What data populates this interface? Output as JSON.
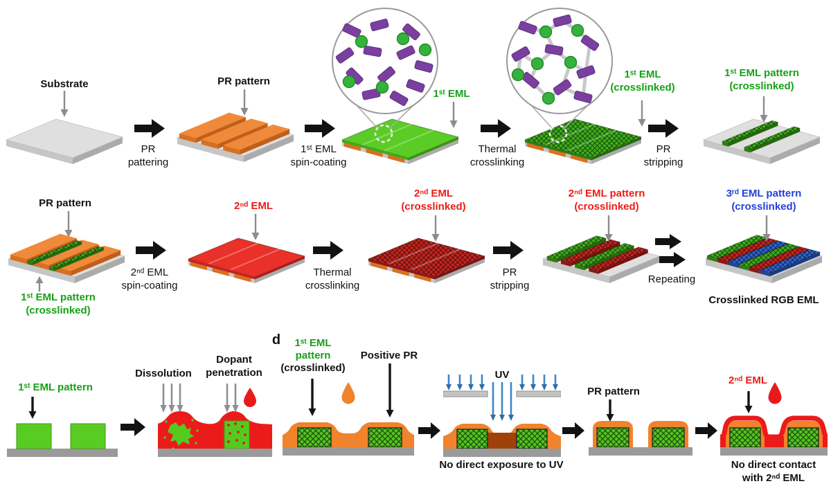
{
  "colors": {
    "green_label": "#16A116",
    "red_label": "#ED1C16",
    "blue_label": "#2342D8",
    "pr_orange": "#EF8A3A",
    "eml_green": "#5BCB25",
    "eml_red": "#E93029",
    "substrate_gray": "#DFDFDF",
    "arrow_black": "#121212"
  },
  "panel_top": {
    "substrate": "Substrate",
    "step_pr_patterning": [
      "PR",
      "pattering"
    ],
    "pr_pattern": "PR pattern",
    "step_eml1_spin": [
      "1ˢᵗ EML",
      "spin-coating"
    ],
    "eml1": "1ˢᵗ EML",
    "step_thermal": [
      "Thermal",
      "crosslinking"
    ],
    "eml1_crosslinked": [
      "1ˢᵗ EML",
      "(crosslinked)"
    ],
    "step_pr_stripping": [
      "PR",
      "stripping"
    ],
    "eml1_pattern": [
      "1ˢᵗ EML pattern",
      "(crosslinked)"
    ]
  },
  "panel_mid": {
    "pr_pattern": "PR pattern",
    "eml1_pattern": [
      "1ˢᵗ EML pattern",
      "(crosslinked)"
    ],
    "step_eml2_spin": [
      "2ⁿᵈ EML",
      "spin-coating"
    ],
    "eml2": "2ⁿᵈ EML",
    "step_thermal": [
      "Thermal",
      "crosslinking"
    ],
    "eml2_crosslinked": [
      "2ⁿᵈ EML",
      "(crosslinked)"
    ],
    "step_pr_stripping": [
      "PR",
      "stripping"
    ],
    "eml2_pattern": [
      "2ⁿᵈ EML pattern",
      "(crosslinked)"
    ],
    "step_repeating": "Repeating",
    "eml3_pattern": [
      "3ʳᵈ EML pattern",
      "(crosslinked)"
    ],
    "rgb_caption": "Crosslinked RGB EML"
  },
  "panel_c": {
    "eml1_pattern": "1ˢᵗ EML pattern",
    "dissolution": "Dissolution",
    "dopant_penetration": [
      "Dopant",
      "penetration"
    ]
  },
  "panel_d": {
    "tag": "d",
    "eml1_pattern": [
      "1ˢᵗ EML",
      "pattern",
      "(crosslinked)"
    ],
    "positive_pr": "Positive PR",
    "uv": "UV",
    "caption_uv": "No direct exposure to UV",
    "pr_pattern": "PR pattern",
    "eml2": "2ⁿᵈ EML",
    "caption_contact": [
      "No direct contact",
      "with 2ⁿᵈ EML"
    ]
  }
}
